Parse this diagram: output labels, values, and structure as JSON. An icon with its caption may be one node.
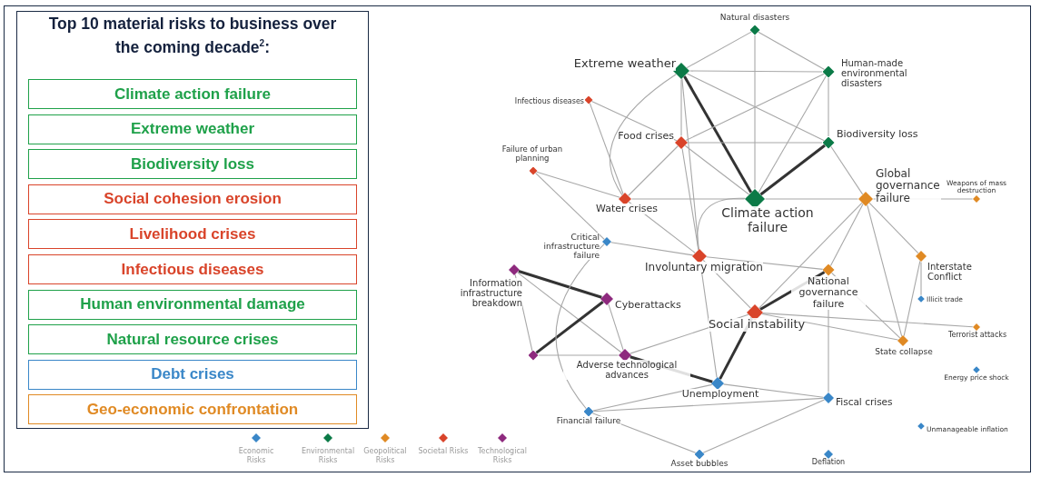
{
  "diagram": {
    "title": "Top 10 material risks to business over the coming decade$^{2}$:",
    "nodes": [
      {
        "text": [
          "Climate action failure"
        ]
      },
      {
        "text": [
          "Extreme weather"
        ]
      },
      {
        "text": [
          "Biodiversity loss"
        ]
      },
      {
        "text": [
          "Social cohesion erosion"
        ]
      },
      {
        "text": [
          "Livelihood crises"
        ]
      },
      {
        "text": [
          "Infectious diseases"
        ]
      },
      {
        "text": [
          "Human environmental damage"
        ]
      },
      {
        "text": [
          "Natural resource crises"
        ]
      },
      {
        "text": [
          "Debt crises"
        ]
      },
      {
        "text": [
          "Geo-economic confrontation"
        ]
      },
      {
        "text": [
          "Natural disasters"
        ]
      },
      {
        "text": [
          "Extreme weather"
        ]
      },
      {
        "text": [
          "Human-made environmental disasters"
        ]
      },
      {
        "text": [
          "Infectious diseases"
        ]
      },
      {
        "text": [
          "Food crises"
        ]
      },
      {
        "text": [
          "Biodiversity loss"
        ]
      },
      {
        "text": [
          "Failure of urban planning"
        ]
      },
      {
        "text": [
          "Water crises"
        ]
      },
      {
        "text": [
          "Climate action failure"
        ]
      },
      {
        "text": [
          "Global governance failure"
        ]
      },
      {
        "text": [
          "Weapons of mass destruction"
        ]
      },
      {
        "text": [
          "Critical infrastructure failure"
        ]
      },
      {
        "text": [
          "Involuntary migration"
        ]
      },
      {
        "text": [
          "Interstate Conflict"
        ]
      },
      {
        "text": [
          "Information infrastructure breakdown"
        ]
      },
      {
        "text": [
          "National governance failure"
        ]
      },
      {
        "text": [
          "Illicit trade"
        ]
      },
      {
        "text": [
          "Cyberattacks"
        ]
      },
      {
        "text": [
          "Social instability"
        ]
      },
      {
        "text": [
          "Terrorist attacks"
        ]
      },
      {
        "text": [
          "State collapse"
        ]
      },
      {
        "text": [],
        "shape": "diamond"
      },
      {
        "text": [
          "Adverse technological advances"
        ]
      },
      {
        "text": [
          "Energy price shock"
        ]
      },
      {
        "text": [
          "Unemployment"
        ]
      },
      {
        "text": [
          "Fiscal crises"
        ]
      },
      {
        "text": [
          "Financial failure"
        ]
      },
      {
        "text": [
          "Unmanageable inflation"
        ]
      },
      {
        "text": [
          "Asset bubbles"
        ]
      },
      {
        "text": [
          "Deflation"
        ]
      }
    ],
    "edges": [
      {
        "from": 11,
        "to": 18,
        "arrow": "none",
        "style": "thick",
        "color": "#333333"
      },
      {
        "from": 11,
        "to": 14,
        "arrow": "none"
      },
      {
        "from": 11,
        "to": 17,
        "arrow": "none"
      },
      {
        "from": 11,
        "to": 10,
        "arrow": "none"
      },
      {
        "from": 11,
        "to": 12,
        "arrow": "none"
      },
      {
        "from": 11,
        "to": 15,
        "arrow": "none"
      },
      {
        "from": 11,
        "to": 22,
        "arrow": "none"
      },
      {
        "from": 10,
        "to": 18,
        "arrow": "none"
      },
      {
        "from": 10,
        "to": 12,
        "arrow": "none"
      },
      {
        "from": 12,
        "to": 15,
        "arrow": "none"
      },
      {
        "from": 12,
        "to": 18,
        "arrow": "none"
      },
      {
        "from": 12,
        "to": 14,
        "arrow": "none"
      },
      {
        "from": 15,
        "to": 18,
        "arrow": "none",
        "style": "thick",
        "color": "#333333"
      },
      {
        "from": 15,
        "to": 19,
        "arrow": "none"
      },
      {
        "from": 14,
        "to": 17,
        "arrow": "none"
      },
      {
        "from": 14,
        "to": 18,
        "arrow": "none"
      },
      {
        "from": 14,
        "to": 22,
        "arrow": "none"
      },
      {
        "from": 14,
        "to": 15,
        "arrow": "none"
      },
      {
        "from": 13,
        "to": 17,
        "arrow": "none"
      },
      {
        "from": 13,
        "to": 14,
        "arrow": "none"
      },
      {
        "from": 16,
        "to": 17,
        "arrow": "none"
      },
      {
        "from": 16,
        "to": 21,
        "arrow": "none"
      },
      {
        "from": 17,
        "to": 18,
        "arrow": "none"
      },
      {
        "from": 17,
        "to": 22,
        "arrow": "none"
      },
      {
        "from": 18,
        "to": 19,
        "arrow": "none"
      },
      {
        "from": 18,
        "to": 22,
        "arrow": "none"
      },
      {
        "from": 19,
        "to": 28,
        "arrow": "none"
      },
      {
        "from": 19,
        "to": 25,
        "arrow": "none"
      },
      {
        "from": 19,
        "to": 23,
        "arrow": "none"
      },
      {
        "from": 19,
        "to": 20,
        "arrow": "none"
      },
      {
        "from": 19,
        "to": 30,
        "arrow": "none"
      },
      {
        "from": 22,
        "to": 28,
        "arrow": "none"
      },
      {
        "from": 22,
        "to": 34,
        "arrow": "none"
      },
      {
        "from": 22,
        "to": 25,
        "arrow": "none"
      },
      {
        "from": 24,
        "to": 27,
        "arrow": "none",
        "style": "thick",
        "color": "#333333"
      },
      {
        "from": 24,
        "to": 32,
        "arrow": "none"
      },
      {
        "from": 24,
        "to": 31,
        "arrow": "none"
      },
      {
        "from": 27,
        "to": 31,
        "arrow": "none",
        "style": "thick",
        "color": "#333333"
      },
      {
        "from": 27,
        "to": 32,
        "arrow": "none"
      },
      {
        "from": 32,
        "to": 34,
        "arrow": "none",
        "style": "thick",
        "color": "#333333"
      },
      {
        "from": 32,
        "to": 28,
        "arrow": "none"
      },
      {
        "from": 34,
        "to": 28,
        "arrow": "none",
        "style": "thick",
        "color": "#333333"
      },
      {
        "from": 28,
        "to": 25,
        "arrow": "none",
        "style": "thick",
        "color": "#333333"
      },
      {
        "from": 28,
        "to": 30,
        "arrow": "none"
      },
      {
        "from": 28,
        "to": 29,
        "arrow": "none"
      },
      {
        "from": 25,
        "to": 30,
        "arrow": "none"
      },
      {
        "from": 34,
        "to": 35,
        "arrow": "none"
      },
      {
        "from": 35,
        "to": 38,
        "arrow": "none"
      },
      {
        "from": 35,
        "to": 36,
        "arrow": "none"
      },
      {
        "from": 36,
        "to": 38,
        "arrow": "none"
      },
      {
        "from": 35,
        "to": 25,
        "arrow": "none"
      },
      {
        "from": 31,
        "to": 32,
        "arrow": "none"
      },
      {
        "from": 21,
        "to": 22,
        "arrow": "none"
      },
      {
        "from": 21,
        "to": 36,
        "arrow": "none"
      },
      {
        "from": 23,
        "to": 26,
        "arrow": "none"
      },
      {
        "from": 30,
        "to": 23,
        "arrow": "none"
      },
      {
        "from": 36,
        "to": 34,
        "arrow": "none"
      }
    ],
    "legend": [
      {
        "text": "Economic Risks",
        "color": "#3a87c8"
      },
      {
        "text": "Environmental Risks",
        "color": "#0b7a47"
      },
      {
        "text": "Geopolitical Risks",
        "color": "#e08a24"
      },
      {
        "text": "Societal Risks",
        "color": "#d9442a"
      },
      {
        "text": "Technological Risks",
        "color": "#8e2a7e"
      }
    ]
  }
}
